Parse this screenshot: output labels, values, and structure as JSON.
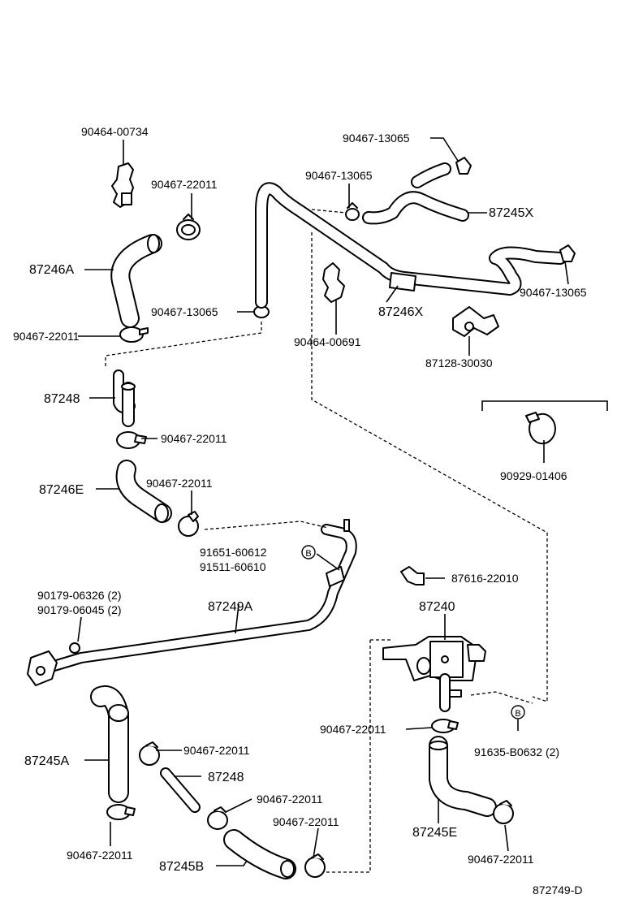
{
  "labels": {
    "p90464_00734": "90464-00734",
    "p90467_22011_a": "90467-22011",
    "p87246A": "87246A",
    "p90467_22011_b": "90467-22011",
    "p90467_13065_a": "90467-13065",
    "p90467_13065_b": "90467-13065",
    "p87245X": "87245X",
    "p90467_13065_c": "90467-13065",
    "p90467_13065_d": "90467-13065",
    "p87246X": "87246X",
    "p90464_00691": "90464-00691",
    "p87128_30030": "87128-30030",
    "p87248_a": "87248",
    "p90467_22011_c": "90467-22011",
    "p90929_01406": "90929-01406",
    "p87246E": "87246E",
    "p90467_22011_d": "90467-22011",
    "p91651_60612": "91651-60612",
    "p91511_60610": "91511-60610",
    "marker_b": "B",
    "p87616_22010": "87616-22010",
    "p90179_06326": "90179-06326 (2)",
    "p90179_06045": "90179-06045 (2)",
    "p87249A": "87249A",
    "p87240": "87240",
    "p90467_22011_e": "90467-22011",
    "p91635_B0632": "91635-B0632 (2)",
    "p87245A": "87245A",
    "p90467_22011_f": "90467-22011",
    "p87248_b": "87248",
    "p90467_22011_g": "90467-22011",
    "p87245E": "87245E",
    "p90467_22011_h": "90467-22011",
    "p87245B": "87245B",
    "p90467_22011_i": "90467-22011",
    "p90467_22011_j": "90467-22011",
    "diagram_code": "872749-D"
  }
}
